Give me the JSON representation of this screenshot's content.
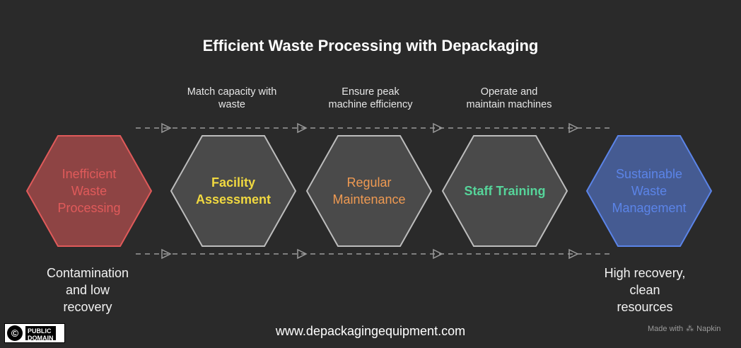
{
  "title": "Efficient Waste Processing with Depackaging",
  "start": {
    "label_lines": [
      "Inefficient",
      "Waste",
      "Processing"
    ],
    "description_lines": [
      "Contamination",
      "and low",
      "recovery"
    ],
    "color": "#e05a5a"
  },
  "steps": [
    {
      "label_lines": [
        "Facility",
        "Assessment"
      ],
      "description_lines": [
        "Match capacity with",
        "waste"
      ],
      "color": "#f0d840"
    },
    {
      "label_lines": [
        "Regular",
        "Maintenance"
      ],
      "description_lines": [
        "Ensure peak",
        "machine efficiency"
      ],
      "color": "#ef9a52"
    },
    {
      "label_lines": [
        "Staff Training"
      ],
      "description_lines": [
        "Operate and",
        "maintain machines"
      ],
      "color": "#56d49a"
    }
  ],
  "end": {
    "label_lines": [
      "Sustainable",
      "Waste",
      "Management"
    ],
    "description_lines": [
      "High recovery,",
      "clean",
      "resources"
    ],
    "color": "#5b84e8"
  },
  "footer": {
    "url": "www.depackagingequipment.com",
    "made_with": "Made with",
    "brand": "Napkin",
    "badge_line1": "PUBLIC",
    "badge_line2": "DOMAIN"
  }
}
